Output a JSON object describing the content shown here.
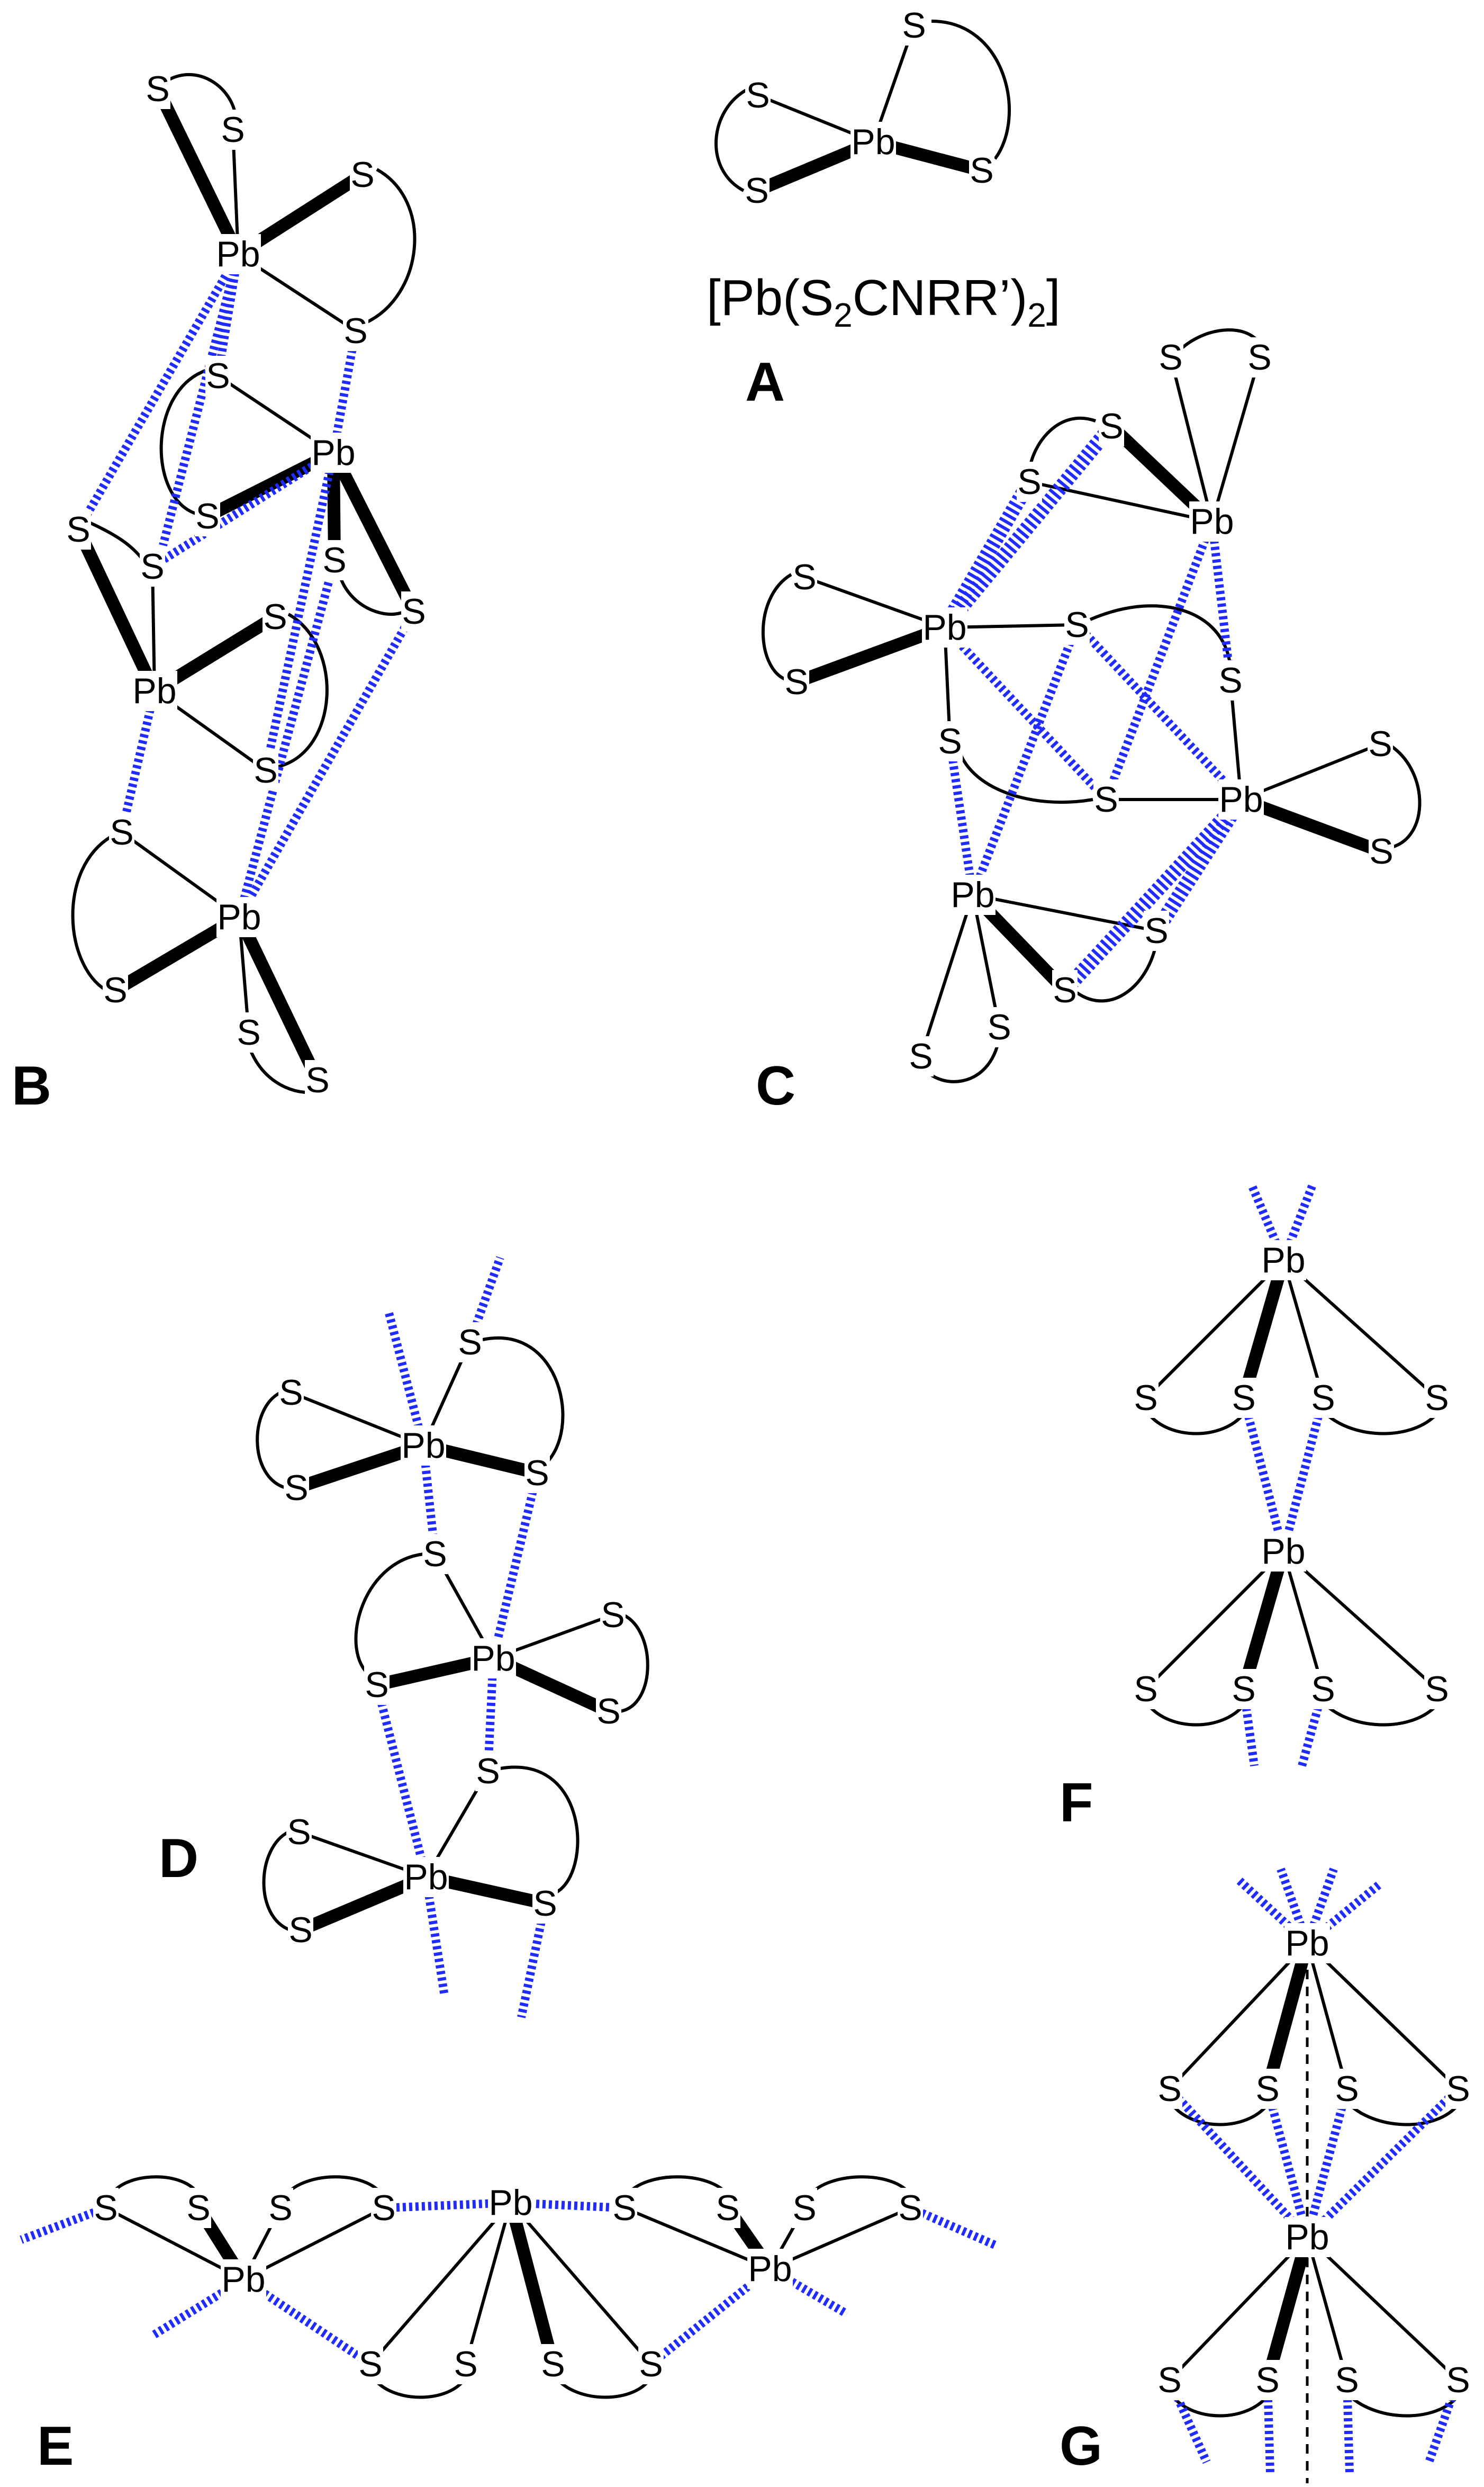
{
  "labels": {
    "A": "A",
    "B": "B",
    "C": "C",
    "D": "D",
    "E": "E",
    "F": "F",
    "G": "G"
  },
  "formula": {
    "prefix": "[Pb(S",
    "sub1": "2",
    "middle": "CNRR’)",
    "sub2": "2",
    "suffix": "]"
  },
  "atoms": {
    "pb": "Pb",
    "s": "S"
  },
  "colors": {
    "secondary_bond": "#1f2bff",
    "primary_bond": "#000000",
    "background": "#ffffff"
  }
}
